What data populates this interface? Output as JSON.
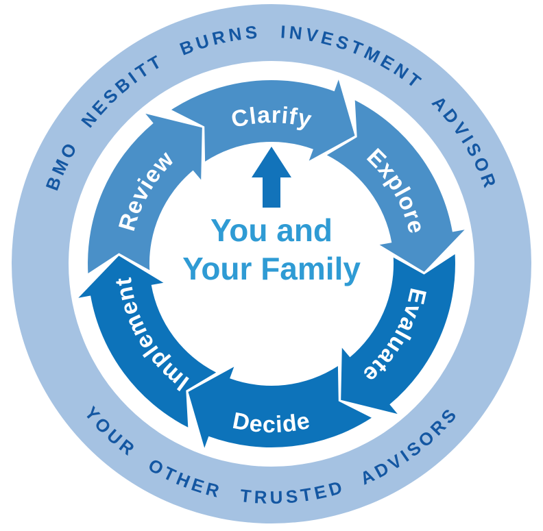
{
  "outer_ring": {
    "top_text": "BMO NESBITT BURNS INVESTMENT ADVISOR",
    "bottom_text": "YOUR OTHER TRUSTED ADVISORS"
  },
  "center": {
    "line1": "You and",
    "line2": "Your Family",
    "arrow_icon": "up-arrow"
  },
  "cycle": {
    "steps": [
      {
        "label": "Clarify",
        "shade": "medium"
      },
      {
        "label": "Explore",
        "shade": "medium"
      },
      {
        "label": "Evaluate",
        "shade": "dark"
      },
      {
        "label": "Decide",
        "shade": "dark"
      },
      {
        "label": "Implement",
        "shade": "dark"
      },
      {
        "label": "Review",
        "shade": "medium"
      }
    ]
  },
  "colors": {
    "outer_ring": "#a5c2e2",
    "arrow_medium": "#4a90c8",
    "arrow_dark": "#0d73ba",
    "ring_text": "#1457a2",
    "center_text": "#2f9bd4",
    "center_arrow": "#1273ba",
    "label_text": "#ffffff",
    "background": "#ffffff"
  }
}
